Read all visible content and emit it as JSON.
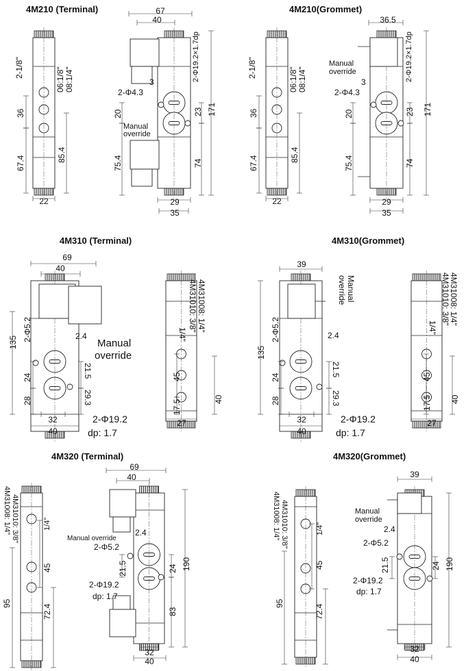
{
  "panels": [
    {
      "title": "4M210 (Terminal)",
      "labels": {
        "w67": "67",
        "w40": "40",
        "port_side": "2-1/8\"",
        "port_out1": "06:1/8\"",
        "port_out2": "08:1/4\"",
        "d36": "36",
        "d67_4": "67.4",
        "d85_4": "85.4",
        "w22": "22",
        "dp": "2-Φ19.2×1.7dp",
        "d3": "3",
        "hole": "2-Φ4.3",
        "d20": "20",
        "d23": "23",
        "d171": "171",
        "mo1": "Manual",
        "mo2": "override",
        "d75_4": "75.4",
        "d74": "74",
        "w29": "29",
        "w35": "35"
      }
    },
    {
      "title": "4M210(Grommet)",
      "labels": {
        "w36_5": "36.5",
        "port_side": "2-1/8\"",
        "port_out1": "06:1/8\"",
        "port_out2": "08:1/4\"",
        "d36": "36",
        "d67_4": "67.4",
        "d85_4": "85.4",
        "w22": "22",
        "dp": "2-Φ19.2×1.7dp",
        "mo1": "Manual",
        "mo2": "override",
        "d3": "3",
        "hole": "2-Φ4.3",
        "d20": "20",
        "d23": "23",
        "d171": "171",
        "d75_4": "75.4",
        "d74": "74",
        "w29": "29",
        "w35": "35"
      }
    },
    {
      "title": "4M310 (Terminal)",
      "labels": {
        "w69": "69",
        "w40": "40",
        "d135": "135",
        "hole": "2-Φ5.2",
        "d2_4": "2.4",
        "mo1": "Manual",
        "mo2": "override",
        "d24": "24",
        "d28": "28",
        "d21_5": "21.5",
        "d29_3": "29.3",
        "port": "2-Φ19.2",
        "dp": "dp: 1.7",
        "w32": "32",
        "w40b": "40",
        "m1": "4M31008: 1/4\"",
        "m2": "4M31010: 3/8\"",
        "q14": "1/4\"",
        "d45": "45",
        "d17_5": "17.5",
        "d40": "40",
        "w27": "27"
      }
    },
    {
      "title": "4M310(Grommet)",
      "labels": {
        "w39": "39",
        "mo1": "Manual",
        "mo2": "override",
        "d135": "135",
        "hole": "2-Φ5.2",
        "d2_4": "2.4",
        "d24": "24",
        "d28": "28",
        "d21_5": "21.5",
        "d29_3": "29.3",
        "port": "2-Φ19.2",
        "dp": "dp: 1.7",
        "w32": "32",
        "w40b": "40",
        "m1": "4M31008: 1/4\"",
        "m2": "4M31010: 3/8\"",
        "q14": "1/4\"",
        "d45": "45",
        "d17_5": "17.5",
        "d40": "40",
        "w27": "27"
      }
    },
    {
      "title": "4M320 (Terminal)",
      "labels": {
        "m1": "4M31008: 1/4\"",
        "m2": "4M31010: 3/8\"",
        "q14": "1/4\"",
        "d45": "45",
        "d95": "95",
        "d72_4": "72.4",
        "w69": "69",
        "w40": "40",
        "mo": "Manual override",
        "d2_4": "2.4",
        "hole": "2-Φ5.2",
        "d21_5": "21.5",
        "d24": "24",
        "d190": "190",
        "port": "2-Φ19.2",
        "dp": "dp: 1.7",
        "d83": "83",
        "w32": "32",
        "w40b": "40"
      }
    },
    {
      "title": "4M320(Grommet)",
      "labels": {
        "m1": "4M31008: 1/4\"",
        "m2": "4M31010: 3/8\"",
        "q14": "1/4\"",
        "d45": "45",
        "d95": "95",
        "d72_4": "72.4",
        "w39": "39",
        "mo1": "Manual",
        "mo2": "override",
        "d2_4": "2.4",
        "hole": "2-Φ5.2",
        "d21_5": "21.5",
        "d24": "24",
        "d190": "190",
        "port": "2-Φ19.2",
        "dp": "dp: 1.7",
        "w32": "32",
        "w40b": "40"
      }
    }
  ]
}
